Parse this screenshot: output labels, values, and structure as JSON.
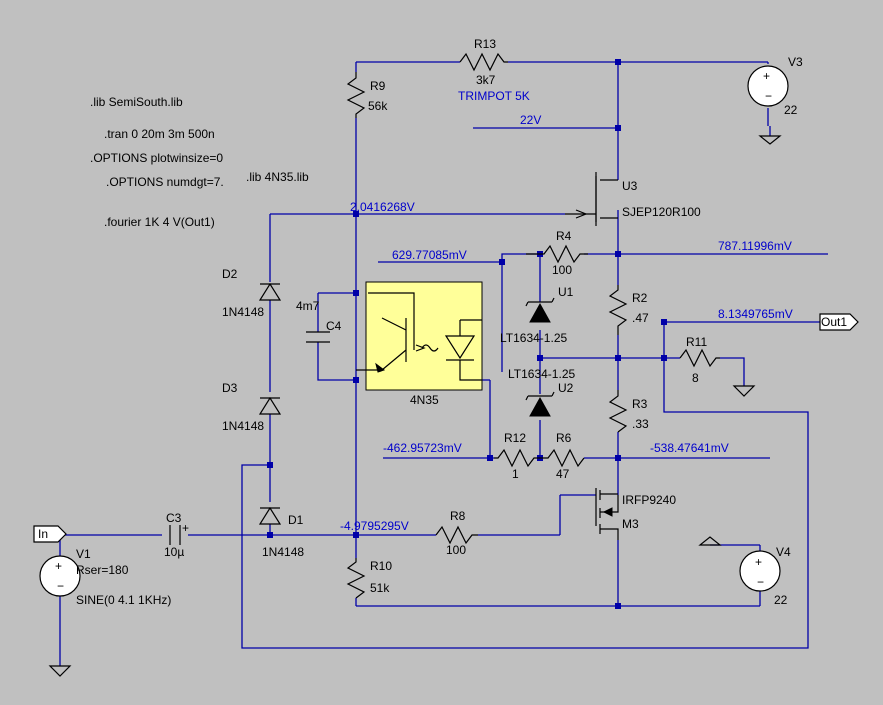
{
  "directives": {
    "lib_semisouth": ".lib SemiSouth.lib",
    "tran": ".tran 0 20m 3m 500n",
    "plotwin": ".OPTIONS plotwinsize=0",
    "numdgt": ".OPTIONS numdgt=7.",
    "lib_4n35": ".lib 4N35.lib",
    "fourier": ".fourier 1K 4 V(Out1)"
  },
  "components": {
    "R13": {
      "name": "R13",
      "value": "3k7",
      "note": "TRIMPOT 5K"
    },
    "R9": {
      "name": "R9",
      "value": "56k"
    },
    "V3": {
      "name": "V3",
      "value": "22"
    },
    "U3": {
      "name": "U3",
      "value": "SJEP120R100"
    },
    "R4": {
      "name": "R4",
      "value": "100"
    },
    "U1": {
      "name": "U1",
      "value": "LT1634-1.25"
    },
    "U2": {
      "name": "U2",
      "value": "LT1634-1.25"
    },
    "R2": {
      "name": "R2",
      "value": ".47"
    },
    "R11": {
      "name": "R11",
      "value": "8"
    },
    "R3": {
      "name": "R3",
      "value": ".33"
    },
    "R12": {
      "name": "R12",
      "value": "1"
    },
    "R6": {
      "name": "R6",
      "value": "47"
    },
    "M3": {
      "name": "M3",
      "value": "IRFP9240"
    },
    "V4": {
      "name": "V4",
      "value": "22"
    },
    "R8": {
      "name": "R8",
      "value": "100"
    },
    "R10": {
      "name": "R10",
      "value": "51k"
    },
    "D1": {
      "name": "D1",
      "value": "1N4148"
    },
    "D2": {
      "name": "D2",
      "value": "1N4148"
    },
    "D3": {
      "name": "D3",
      "value": "1N4148"
    },
    "C4": {
      "name": "C4",
      "value": "4m7"
    },
    "C3": {
      "name": "C3",
      "value": "10µ"
    },
    "opto": {
      "name": "4N35"
    },
    "V1": {
      "name": "V1",
      "rser": "Rser=180",
      "value": "SINE(0 4.1 1KHz)"
    }
  },
  "voltages": {
    "v22": "22V",
    "v_gate": "2.0416268V",
    "v_r4l": "629.77085mV",
    "v_r4r": "787.11996mV",
    "v_out": "8.1349765mV",
    "v_r12": "-462.95723mV",
    "v_r6": "-538.47641mV",
    "v_r8": "-4.9795295V"
  },
  "ports": {
    "in": "In",
    "out": "Out1"
  },
  "colors": {
    "background": "#c0c0c0",
    "wire": "#0000a8",
    "annotation": "#0000cc",
    "opto_fill": "#ffff99"
  }
}
